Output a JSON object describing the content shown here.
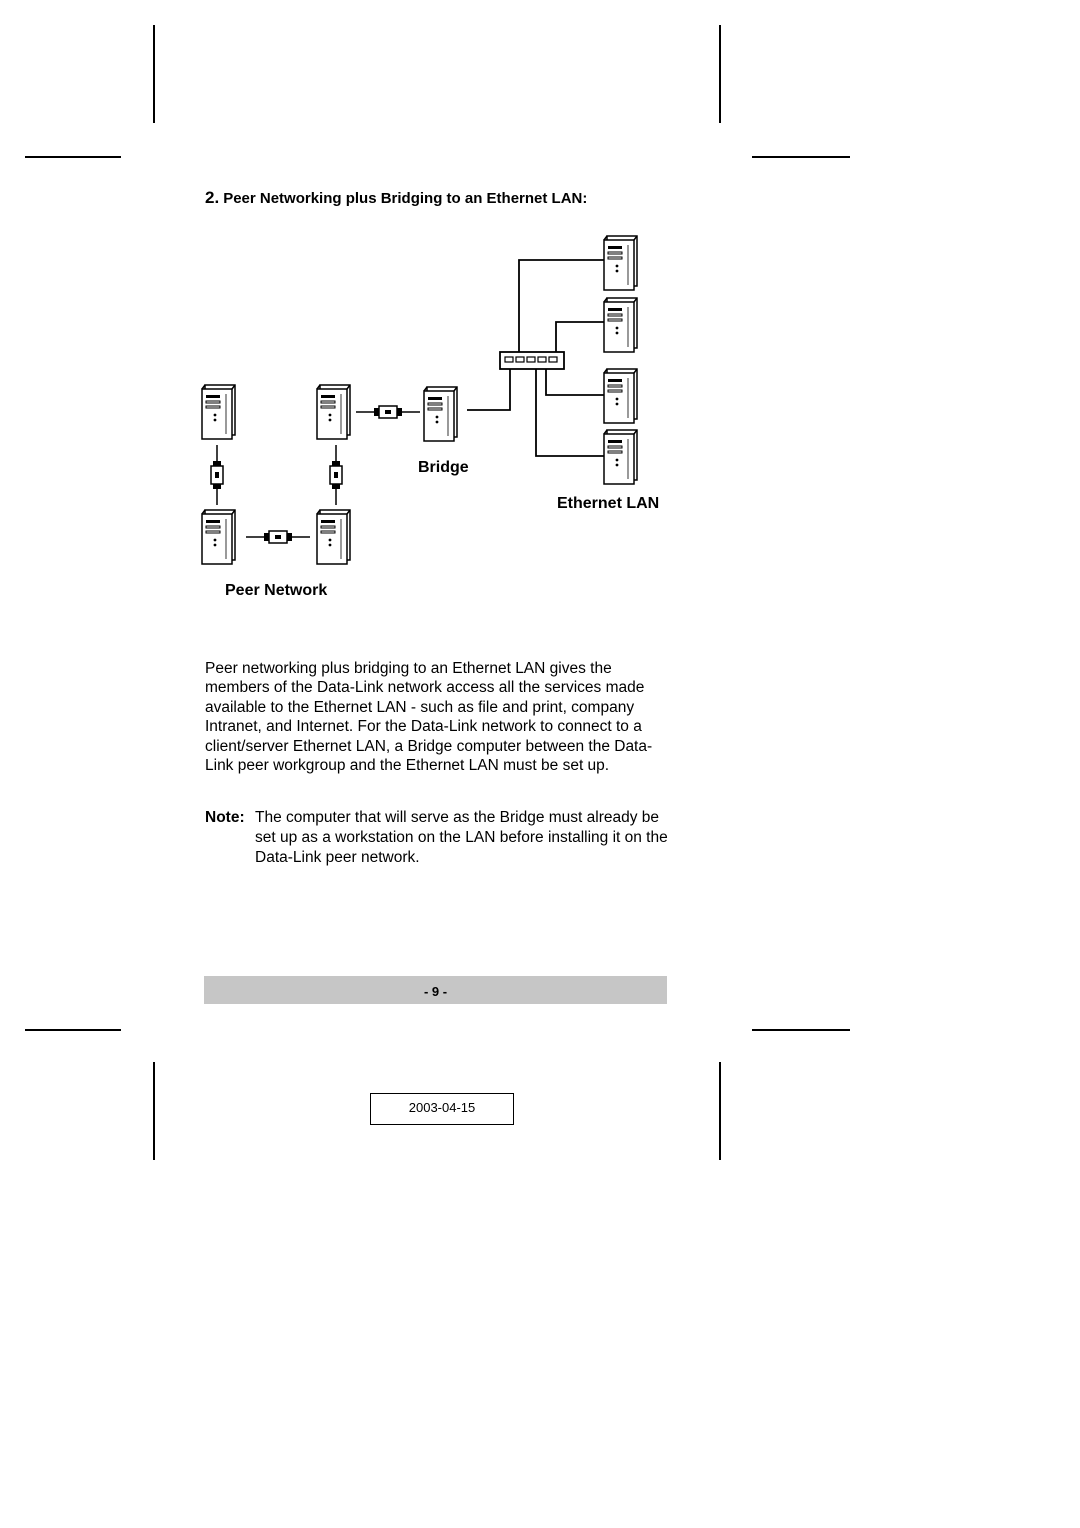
{
  "heading": {
    "number": "2.",
    "title": "Peer Networking plus Bridging to an Ethernet LAN:"
  },
  "diagram": {
    "bridge_label": "Bridge",
    "ethernet_label": "Ethernet LAN",
    "peer_label": "Peer Network"
  },
  "body": {
    "paragraph": "Peer networking plus bridging to an Ethernet LAN gives the members of the Data-Link network access all the services made available to the Ethernet LAN - such as file and print, company Intranet, and Internet. For the Data-Link network to connect to a client/server Ethernet LAN, a Bridge computer between the Data-Link peer workgroup and the Ethernet LAN must be set up.",
    "note_label": "Note:",
    "note_text": "The computer that will serve as the Bridge must already be set up as a workstation on the LAN before installing it on the Data-Link peer network."
  },
  "footer": {
    "page_number": "- 9 -",
    "date": "2003-04-15"
  }
}
